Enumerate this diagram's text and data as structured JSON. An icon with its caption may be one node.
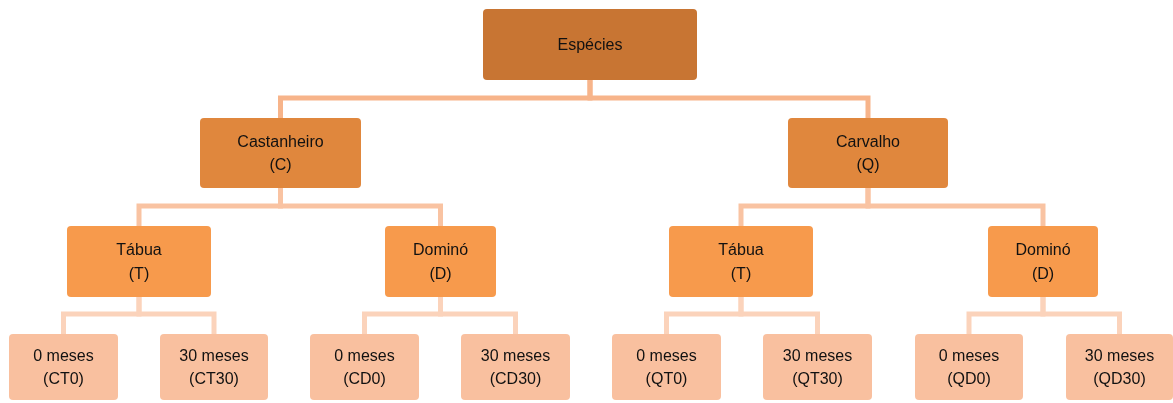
{
  "diagram": {
    "nodes": [
      {
        "text": [
          "Espécies"
        ]
      },
      {
        "text": [
          "Castanheiro",
          "(C)"
        ]
      },
      {
        "text": [
          "Carvalho",
          "(Q)"
        ]
      },
      {
        "text": [
          "Tábua",
          "(T)"
        ]
      },
      {
        "text": [
          "Dominó",
          "(D)"
        ]
      },
      {
        "text": [
          "Tábua",
          "(T)"
        ]
      },
      {
        "text": [
          "Dominó",
          "(D)"
        ]
      },
      {
        "text": [
          "0 meses",
          "(CT0)"
        ]
      },
      {
        "text": [
          "30 meses",
          "(CT30)"
        ]
      },
      {
        "text": [
          "0 meses",
          "(CD0)"
        ]
      },
      {
        "text": [
          "30 meses",
          "(CD30)"
        ]
      },
      {
        "text": [
          "0 meses",
          "(QT0)"
        ]
      },
      {
        "text": [
          "30 meses",
          "(QT30)"
        ]
      },
      {
        "text": [
          "0 meses",
          "(QD0)"
        ]
      },
      {
        "text": [
          "30 meses",
          "(QD30)"
        ]
      }
    ],
    "edges": [
      {
        "from": 0,
        "to": 1,
        "arrow": "none"
      },
      {
        "from": 0,
        "to": 2,
        "arrow": "none"
      },
      {
        "from": 1,
        "to": 3,
        "arrow": "none"
      },
      {
        "from": 1,
        "to": 4,
        "arrow": "none"
      },
      {
        "from": 2,
        "to": 5,
        "arrow": "none"
      },
      {
        "from": 2,
        "to": 6,
        "arrow": "none"
      },
      {
        "from": 3,
        "to": 7,
        "arrow": "none"
      },
      {
        "from": 3,
        "to": 8,
        "arrow": "none"
      },
      {
        "from": 4,
        "to": 9,
        "arrow": "none"
      },
      {
        "from": 4,
        "to": 10,
        "arrow": "none"
      },
      {
        "from": 5,
        "to": 11,
        "arrow": "none"
      },
      {
        "from": 5,
        "to": 12,
        "arrow": "none"
      },
      {
        "from": 6,
        "to": 13,
        "arrow": "none"
      },
      {
        "from": 6,
        "to": 14,
        "arrow": "none"
      }
    ]
  }
}
